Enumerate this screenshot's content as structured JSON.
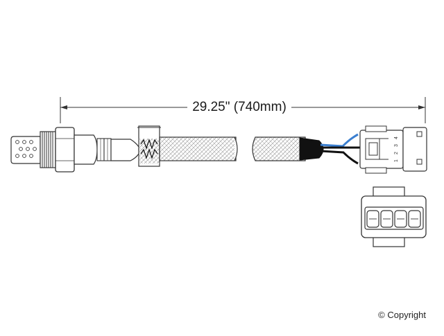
{
  "dimension": {
    "label": "29.25\" (740mm)"
  },
  "connector": {
    "pin_numbers": [
      "4",
      "3",
      "2",
      "1"
    ]
  },
  "wire_colors": {
    "blue": "#3b7fd0",
    "black": "#111111"
  },
  "copyright": "© Copyright"
}
